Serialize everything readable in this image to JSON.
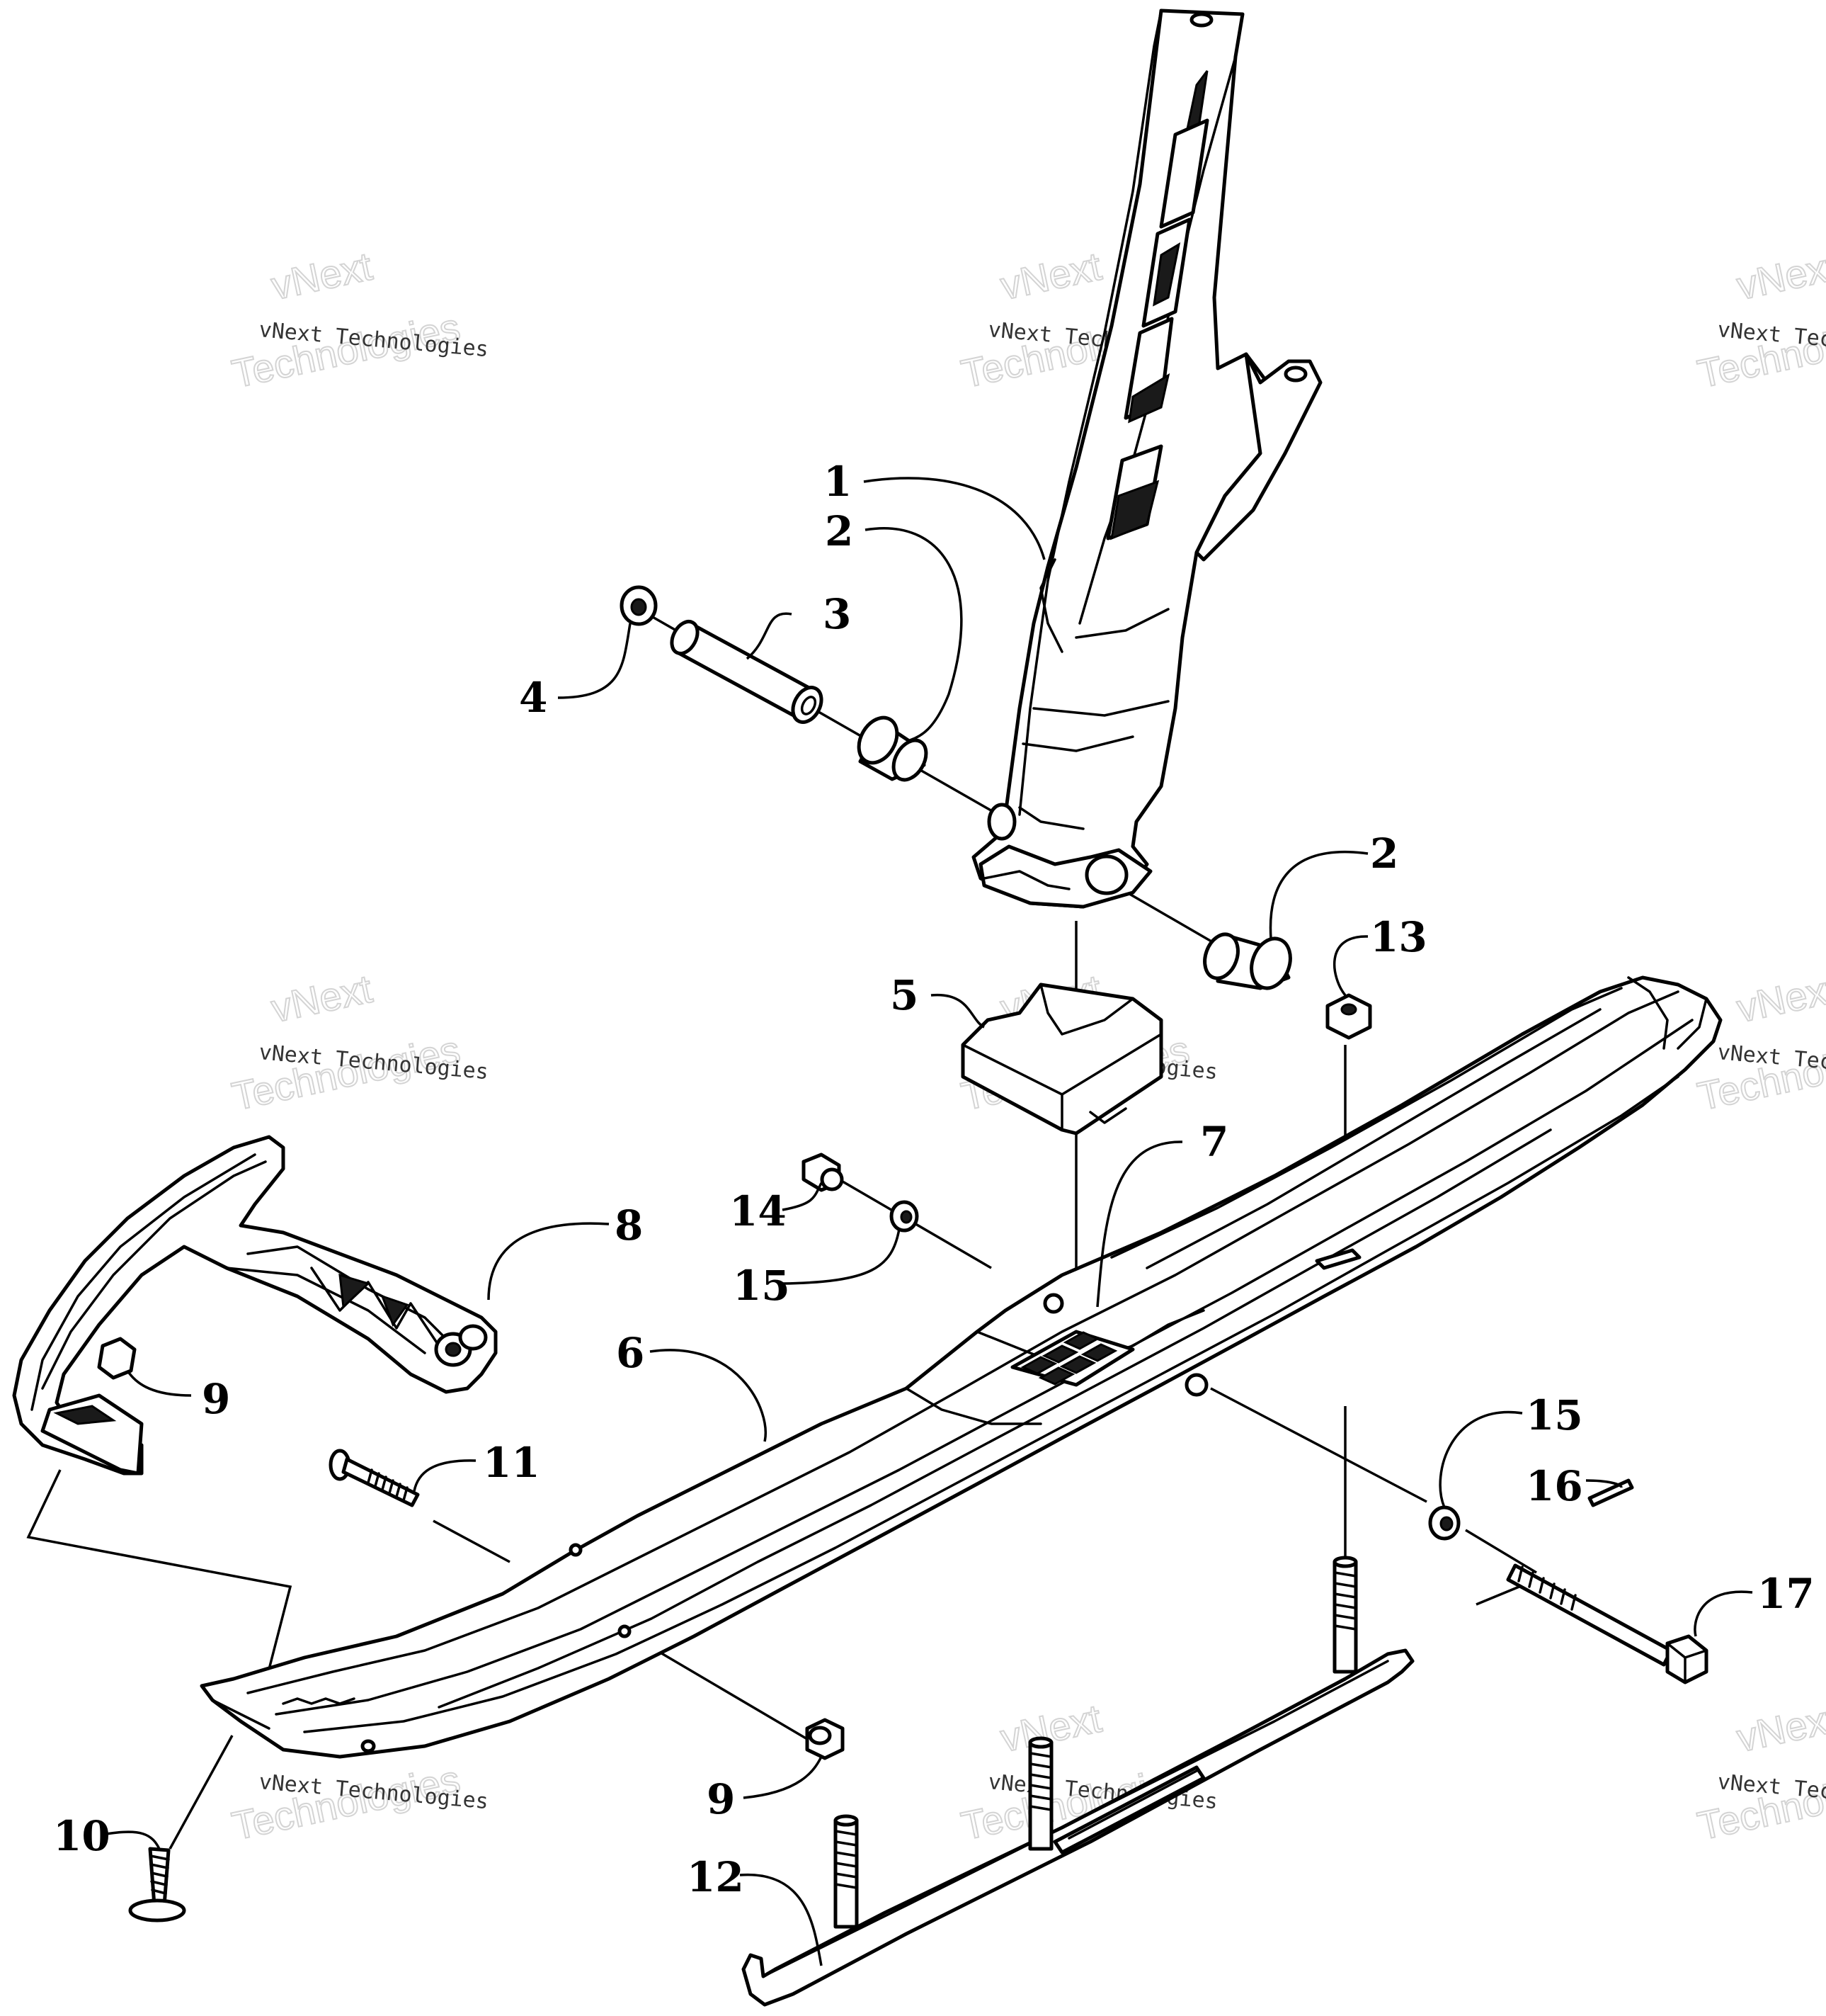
{
  "watermark": {
    "line1": "vNext Technologies",
    "line2": "vNext",
    "line3": "Technologies",
    "small_color": "#333333",
    "big_color": "#d4d4d4"
  },
  "callouts": [
    "1",
    "2",
    "3",
    "4",
    "2",
    "13",
    "5",
    "7",
    "14",
    "8",
    "15",
    "6",
    "9",
    "11",
    "15",
    "16",
    "17",
    "9",
    "10",
    "12"
  ],
  "colors": {
    "line": "#000000",
    "background": "#ffffff"
  }
}
